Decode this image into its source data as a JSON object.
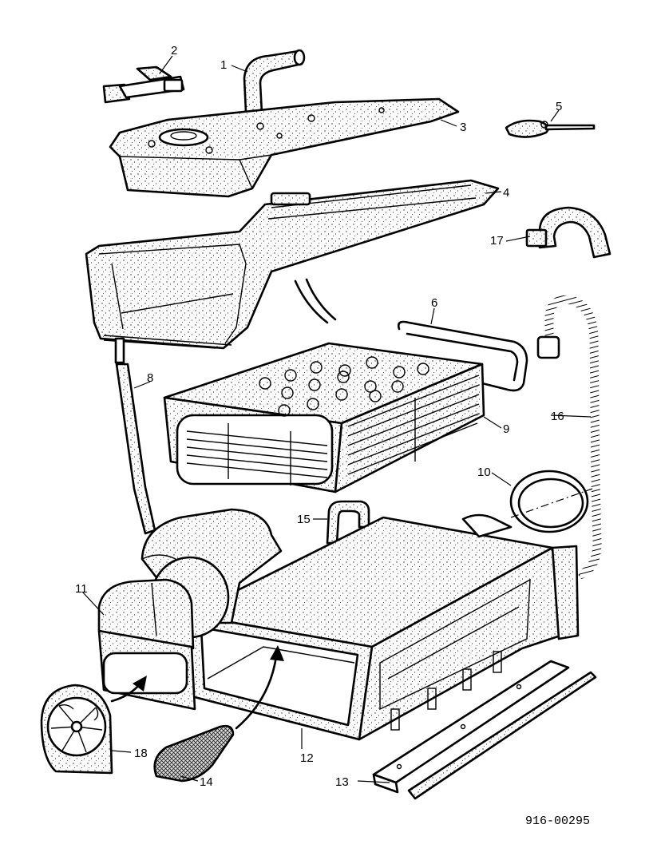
{
  "document_number": "916-00295",
  "callouts": {
    "1": "1",
    "2": "2",
    "3": "3",
    "4": "4",
    "5": "5",
    "6": "6",
    "8": "8",
    "9": "9",
    "10": "10",
    "11": "11",
    "12": "12",
    "13": "13",
    "14": "14",
    "15": "15",
    "16": "16",
    "17": "17",
    "18": "18"
  }
}
